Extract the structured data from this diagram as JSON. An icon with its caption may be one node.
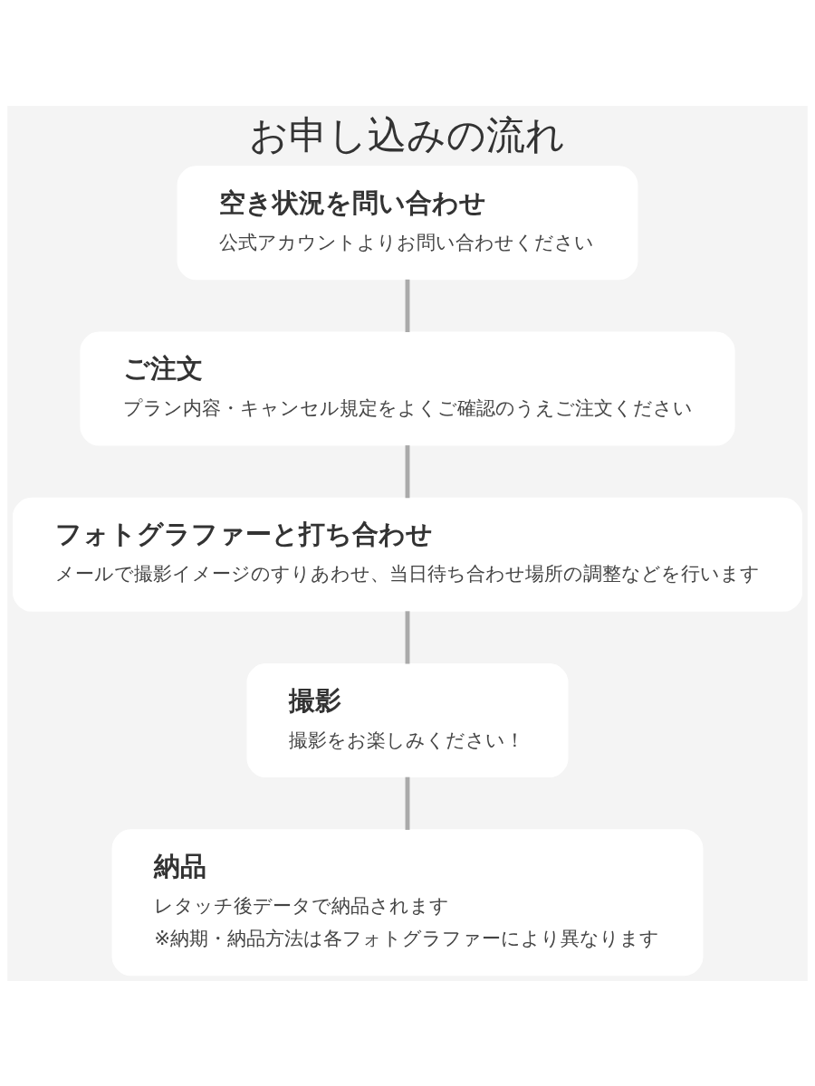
{
  "diagram": {
    "title": "お申し込みの流れ",
    "nodes": [
      {
        "text": [
          "空き状況を問い合わせ",
          "公式アカウントよりお問い合わせください"
        ]
      },
      {
        "text": [
          "ご注文",
          "プラン内容・キャンセル規定をよくご確認のうえご注文ください"
        ]
      },
      {
        "text": [
          "フォトグラファーと打ち合わせ",
          "メールで撮影イメージのすりあわせ、当日待ち合わせ場所の調整などを行います"
        ]
      },
      {
        "text": [
          "撮影",
          "撮影をお楽しみください！"
        ]
      },
      {
        "text": [
          "納品",
          "レタッチ後データで納品されます",
          "※納期・納品方法は各フォトグラファーにより異なります"
        ]
      }
    ],
    "edges": [
      {
        "from": 0,
        "to": 1,
        "arrow": "none"
      },
      {
        "from": 1,
        "to": 2,
        "arrow": "none"
      },
      {
        "from": 2,
        "to": 3,
        "arrow": "none"
      },
      {
        "from": 3,
        "to": 4,
        "arrow": "none"
      }
    ]
  }
}
